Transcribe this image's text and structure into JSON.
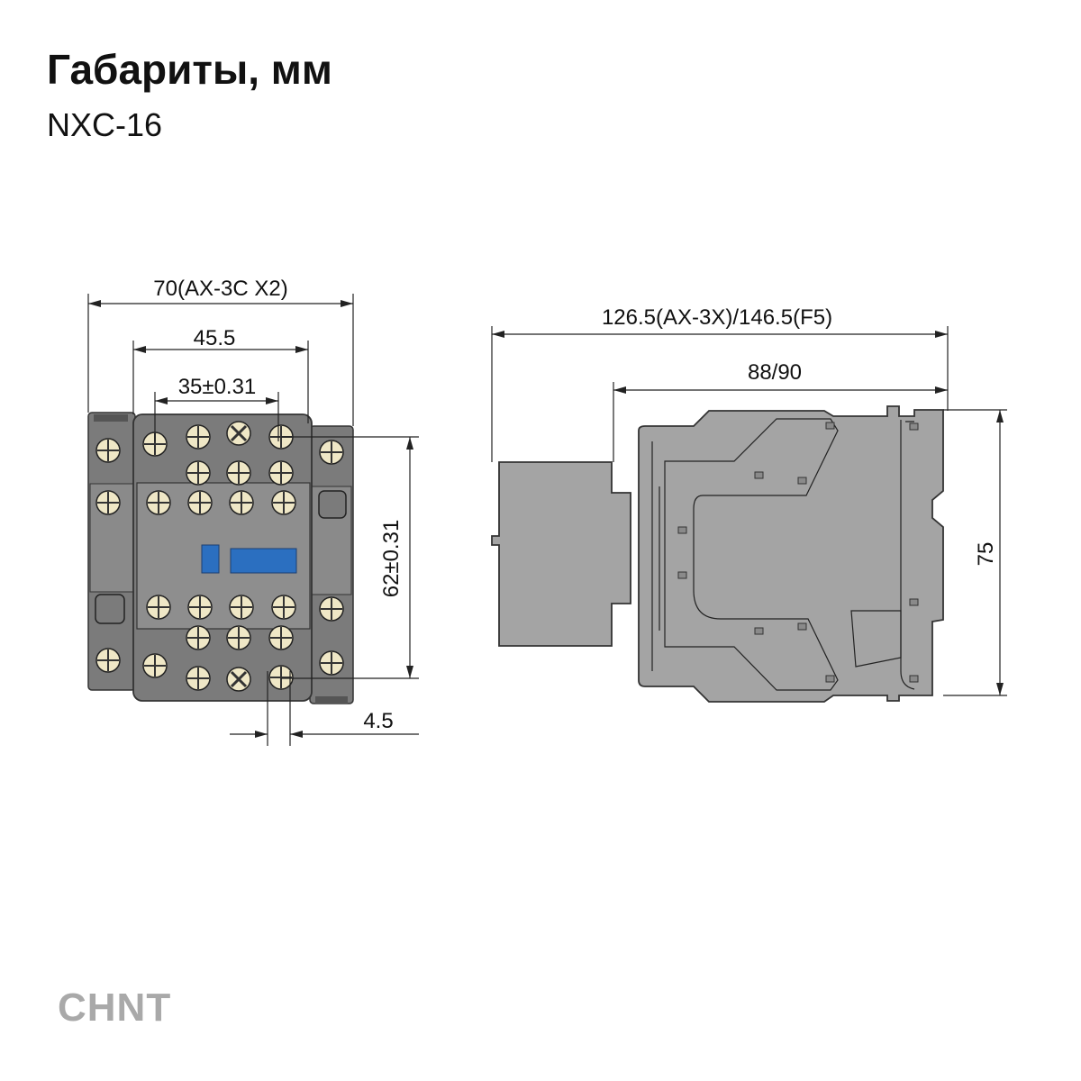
{
  "header": {
    "title": "Габариты, мм",
    "model": "NXC-16"
  },
  "front_view": {
    "dims": {
      "overall_width": "70(AX-3C X2)",
      "body_width": "45.5",
      "mounting_width": "35±0.31",
      "mounting_height": "62±0.31",
      "hole": "4.5"
    }
  },
  "side_view": {
    "dims": {
      "overall_depth": "126.5(AX-3X)/146.5(F5)",
      "body_depth": "88/90",
      "height": "75"
    }
  },
  "colors": {
    "body": "#7b7b7b",
    "cover": "#8e8e8e",
    "side": "#a4a4a4",
    "screw": "#efe7c6",
    "indicator": "#2b6fc0"
  },
  "logo": "CHNT"
}
